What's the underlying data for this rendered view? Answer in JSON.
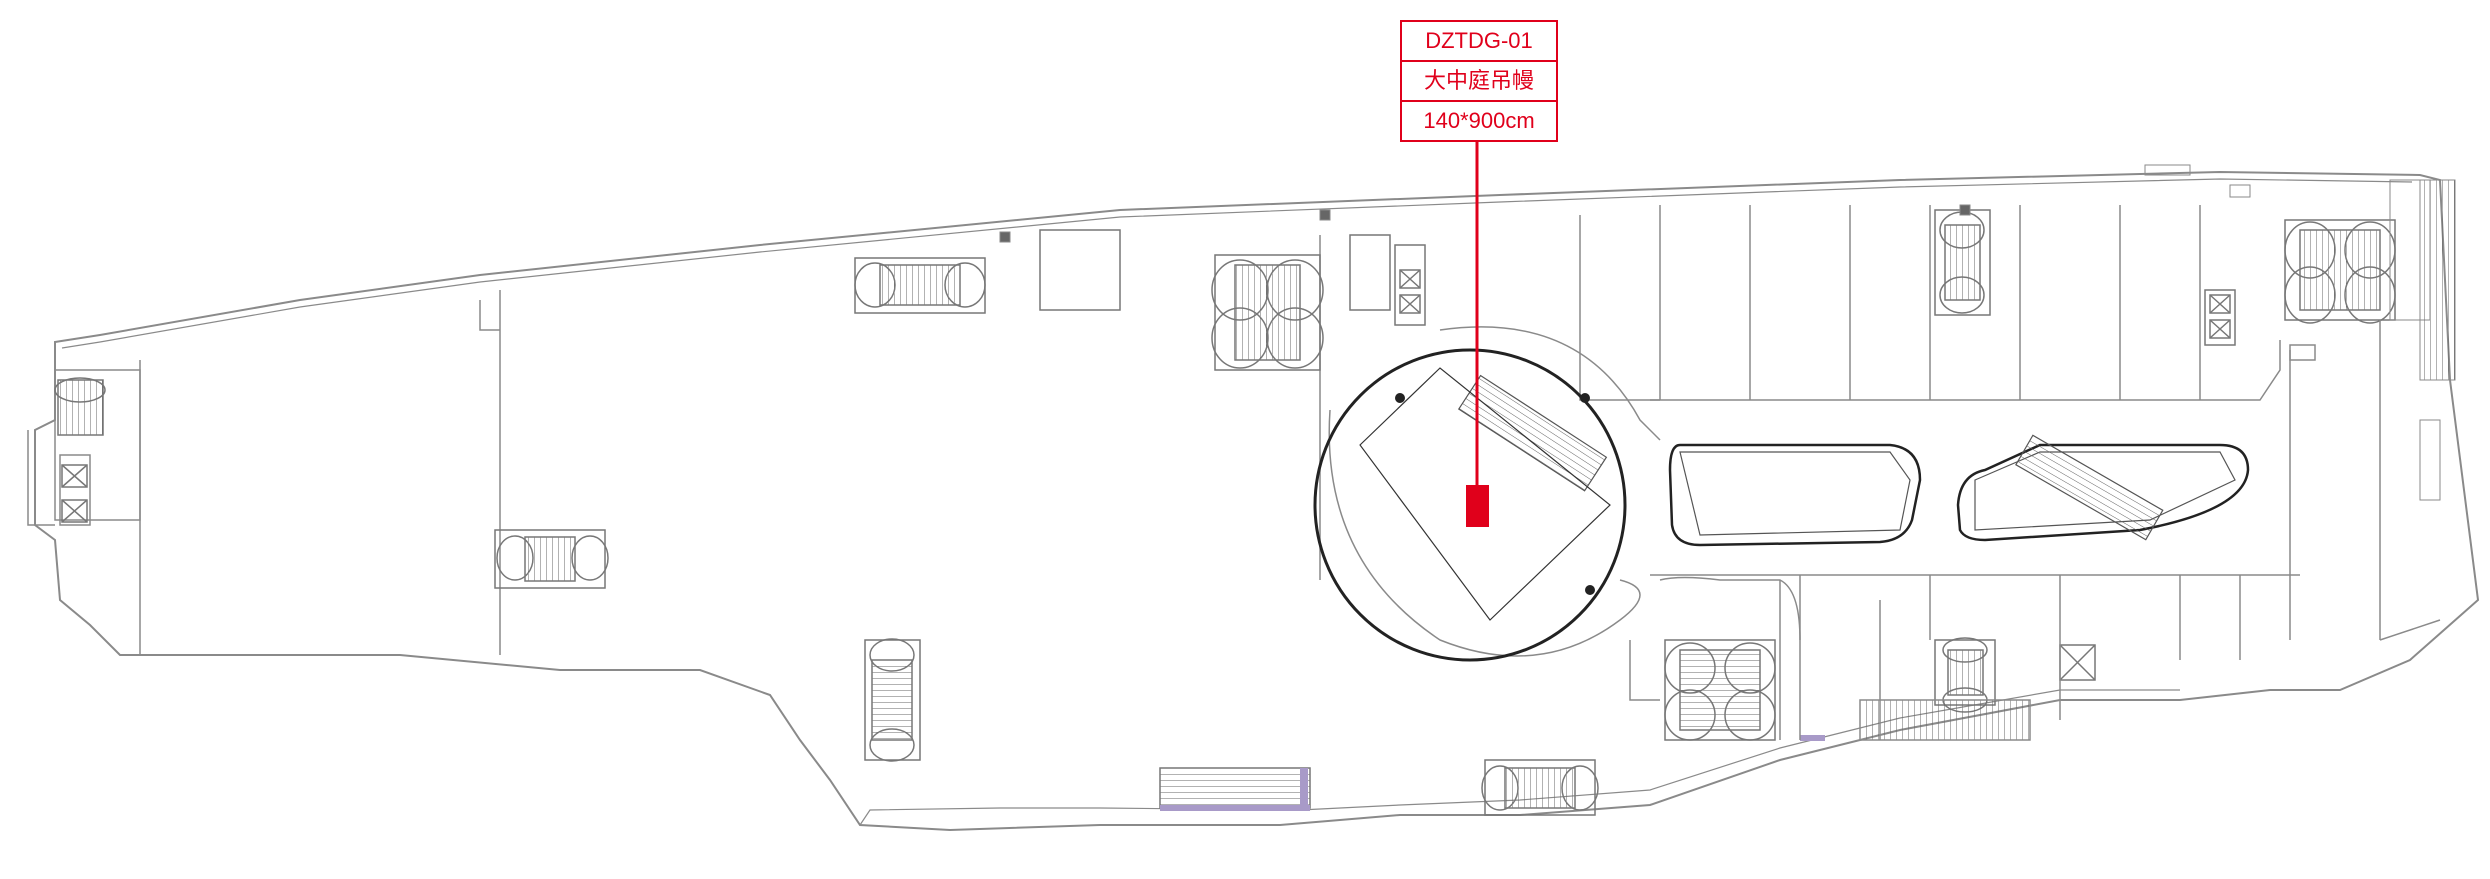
{
  "marker": {
    "code": "DZTDG-01",
    "name": "大中庭吊幔",
    "size": "140*900cm",
    "color": "#e0001b"
  },
  "plan": {
    "line_color": "#8a8a8a",
    "escalator_accent": "#a89ac8"
  }
}
